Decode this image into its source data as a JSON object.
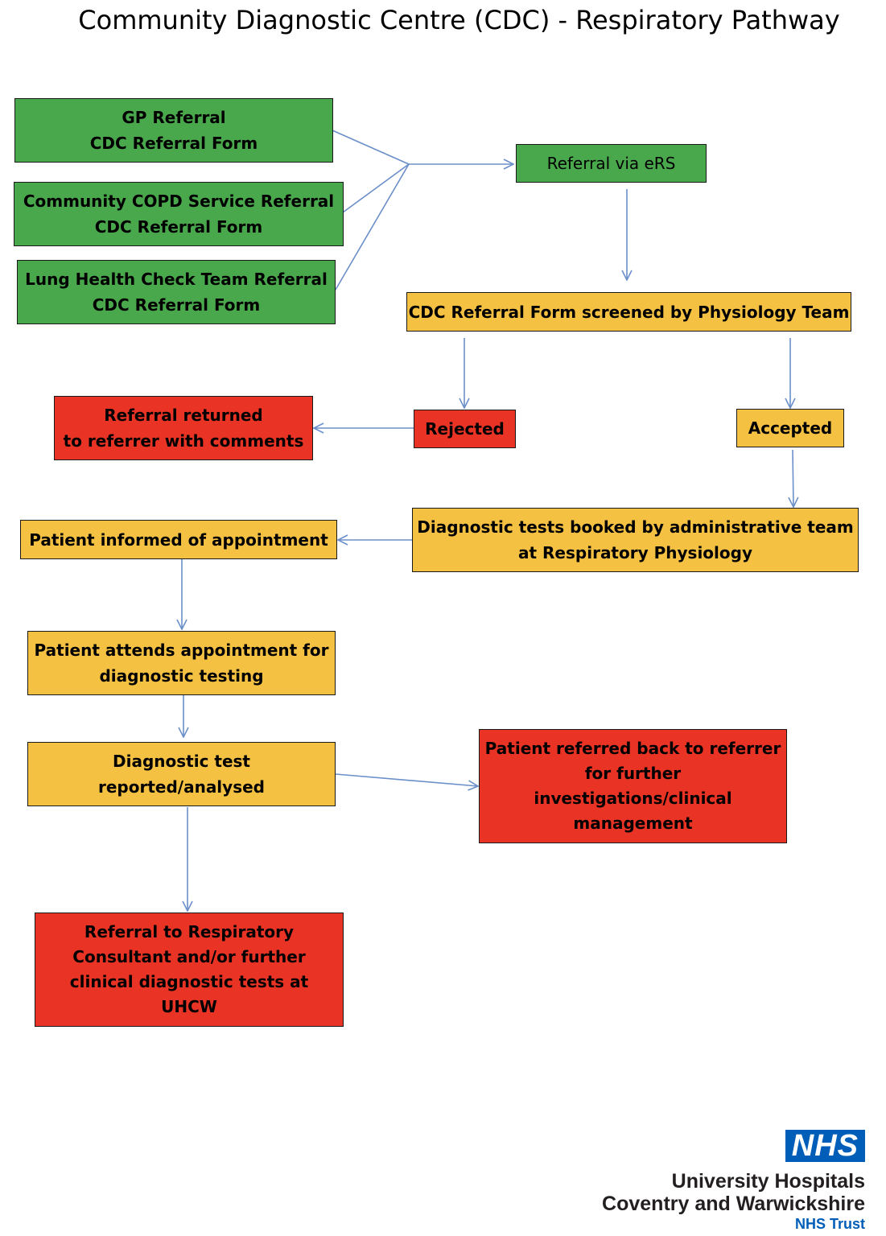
{
  "title": "Community Diagnostic Centre (CDC) - Respiratory Pathway",
  "colors": {
    "green": "#4aa84c",
    "amber": "#f5c142",
    "red": "#e83325",
    "arrow": "#6b8fc9",
    "nhs_blue": "#005eb8"
  },
  "nodes": {
    "gp_referral": [
      "GP Referral",
      "CDC Referral Form"
    ],
    "copd_referral": [
      "Community COPD Service Referral",
      "CDC Referral Form"
    ],
    "lung_check_referral": [
      "Lung Health Check Team Referral",
      "CDC Referral Form"
    ],
    "ers": [
      "Referral via eRS"
    ],
    "screened": [
      "CDC Referral Form screened by Physiology Team"
    ],
    "rejected": [
      "Rejected"
    ],
    "accepted": [
      "Accepted"
    ],
    "returned": [
      "Referral returned",
      "to referrer with comments"
    ],
    "booked": [
      "Diagnostic tests booked by administrative team",
      "at Respiratory Physiology"
    ],
    "informed": [
      "Patient informed of appointment"
    ],
    "attends": [
      "Patient attends appointment for",
      "diagnostic testing"
    ],
    "reported": [
      "Diagnostic test",
      "reported/analysed"
    ],
    "referred_back": [
      "Patient referred back to referrer",
      "for further",
      "investigations/clinical",
      "management"
    ],
    "consultant": [
      "Referral to Respiratory",
      "Consultant and/or further",
      "clinical diagnostic tests at",
      "UHCW"
    ]
  },
  "logo": {
    "badge": "NHS",
    "org_line1": "University Hospitals",
    "org_line2": "Coventry and Warwickshire",
    "trust": "NHS Trust"
  }
}
